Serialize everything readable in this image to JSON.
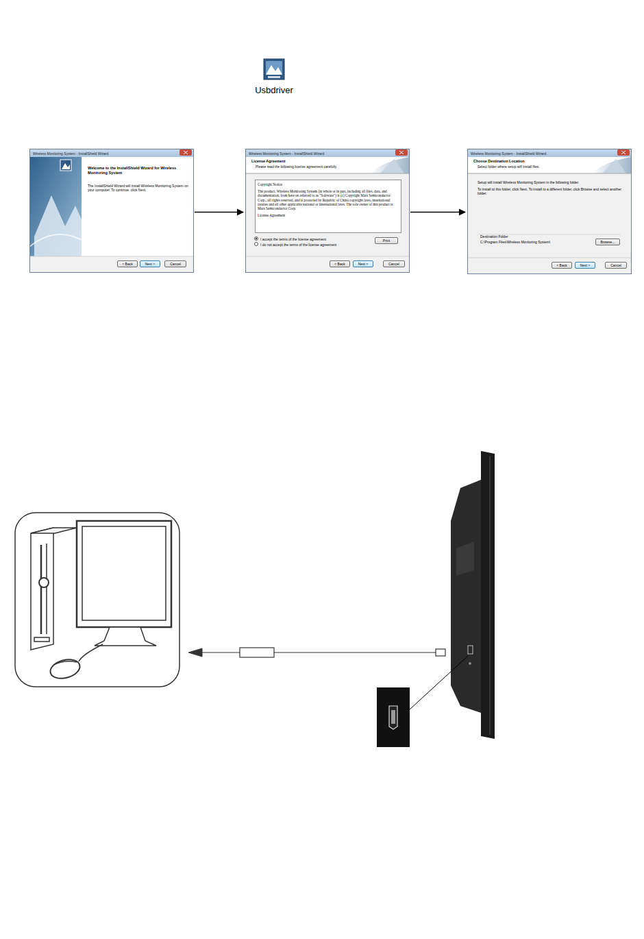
{
  "diagram": {
    "nodes": [
      {
        "text": [
          "Wireless Monitoring System - InstallShield Wizard",
          "Welcome to the InstallShield Wizard for Wireless Monitoring System",
          "The InstallShield Wizard will install Wireless Monitoring System on your computer. To continue, click Next."
        ]
      },
      {
        "text": [
          "< Back"
        ],
        "in": 0
      },
      {
        "text": [
          "Next >"
        ],
        "in": 0
      },
      {
        "text": [
          "Cancel"
        ],
        "in": 0
      },
      {
        "text": [
          "Wireless Monitoring System - InstallShield Wizard",
          "License Agreement",
          "Please read the following license agreement carefully.",
          "I accept the terms of the license agreement",
          "I do not accept the terms of the license agreement"
        ]
      },
      {
        "text": [
          "Copyright Notice",
          "The product, Wireless Monitoring System (in whole or in part, including all files, data, and documentation, from here on referred to as \"Software\") is (c) Copyright Mars Semiconductor Corp., all rights reserved, and is protected by Republic of China copyright laws, international treaties and all other applicable national or international laws. The sole owner of this product is Mars Semiconductor Corp.",
          "License Agreement"
        ],
        "in": 4
      },
      {
        "text": [
          "Print"
        ],
        "in": 4
      },
      {
        "text": [
          "< Back"
        ],
        "in": 4
      },
      {
        "text": [
          "Next >"
        ],
        "in": 4
      },
      {
        "text": [
          "Cancel"
        ],
        "in": 4
      },
      {
        "text": [
          "Wireless Monitoring System - InstallShield Wizard",
          "Choose Destination Location",
          "Select folder where setup will install files.",
          "Setup will install Wireless Monitoring System in the following folder.",
          "To install to this folder, click Next. To install to a different folder, click Browse and select another folder.",
          "Destination Folder",
          "C:\\Program Files\\Wireless Monitoring System\\"
        ]
      },
      {
        "text": [
          "Browse..."
        ],
        "in": 10
      },
      {
        "text": [
          "< Back"
        ],
        "in": 10
      },
      {
        "text": [
          "Next >"
        ],
        "in": 10
      },
      {
        "text": [
          "Cancel"
        ],
        "in": 10
      }
    ],
    "edges": [
      {
        "from": 0,
        "to": 4,
        "arrow": "to"
      },
      {
        "from": 4,
        "to": 10,
        "arrow": "to"
      }
    ],
    "labels": [
      "Usbdriver"
    ]
  }
}
